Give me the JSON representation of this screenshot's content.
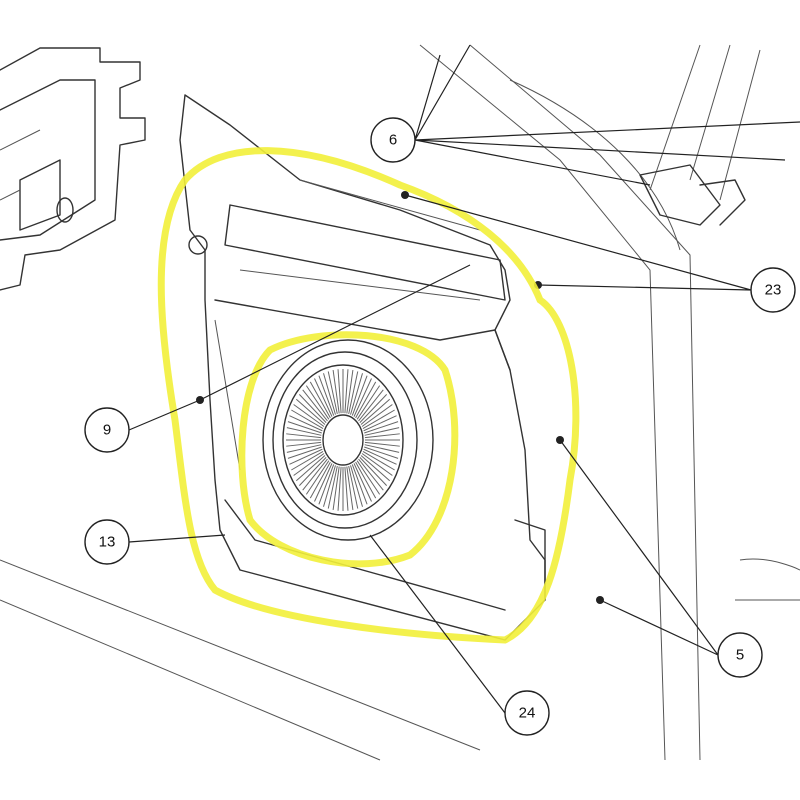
{
  "callouts": [
    {
      "id": "6",
      "label": "6"
    },
    {
      "id": "23",
      "label": "23"
    },
    {
      "id": "9",
      "label": "9"
    },
    {
      "id": "13",
      "label": "13"
    },
    {
      "id": "24",
      "label": "24"
    },
    {
      "id": "5",
      "label": "5"
    }
  ],
  "colors": {
    "highlight": "#f2ef3a",
    "line": "#333333"
  }
}
